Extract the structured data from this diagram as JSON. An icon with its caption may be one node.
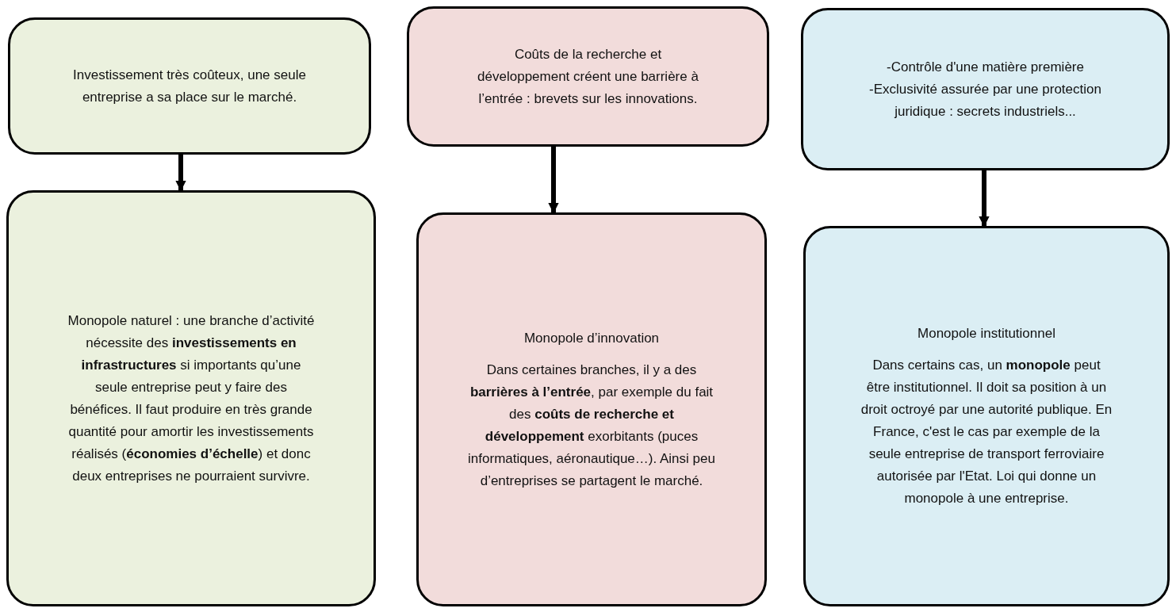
{
  "diagram": {
    "nodes": [
      {
        "text": [
          "Investissement très coûteux, une seule entreprise a sa place sur le marché."
        ]
      },
      {
        "text": [
          "Coûts de la recherche et développement créent une barrière à l’entrée : brevets sur les innovations."
        ]
      },
      {
        "text": [
          "-Contrôle d'une matière première",
          "-Exclusivité assurée par une protection juridique : secrets industriels..."
        ]
      },
      {
        "text": [
          "Monopole naturel : une branche d’activité nécessite des **investissements en infrastructures** si importants qu’une seule entreprise peut y faire des bénéfices. Il faut produire en très grande quantité pour amortir les investissements réalisés (**économies d’échelle**) et donc deux entreprises ne pourraient survivre."
        ]
      },
      {
        "text": [
          "Monopole d’innovation",
          "Dans certaines branches, il y a des **barrières à l’entrée**, par exemple du fait des **coûts de recherche et développement** exorbitants (puces informatiques, aéronautique…). Ainsi peu d’entreprises se partagent le marché."
        ]
      },
      {
        "text": [
          "Monopole institutionnel",
          "Dans certains cas, un **monopole** peut être institutionnel. Il doit sa position à un droit octroyé par une autorité publique. En France, c'est le cas par exemple de la seule entreprise de transport ferroviaire autorisée par l'Etat. Loi qui donne un monopole à une entreprise."
        ]
      }
    ],
    "edges": [
      {
        "from": 0,
        "to": 3,
        "arrow": "to"
      },
      {
        "from": 1,
        "to": 4,
        "arrow": "to"
      },
      {
        "from": 2,
        "to": 5,
        "arrow": "to"
      }
    ]
  }
}
